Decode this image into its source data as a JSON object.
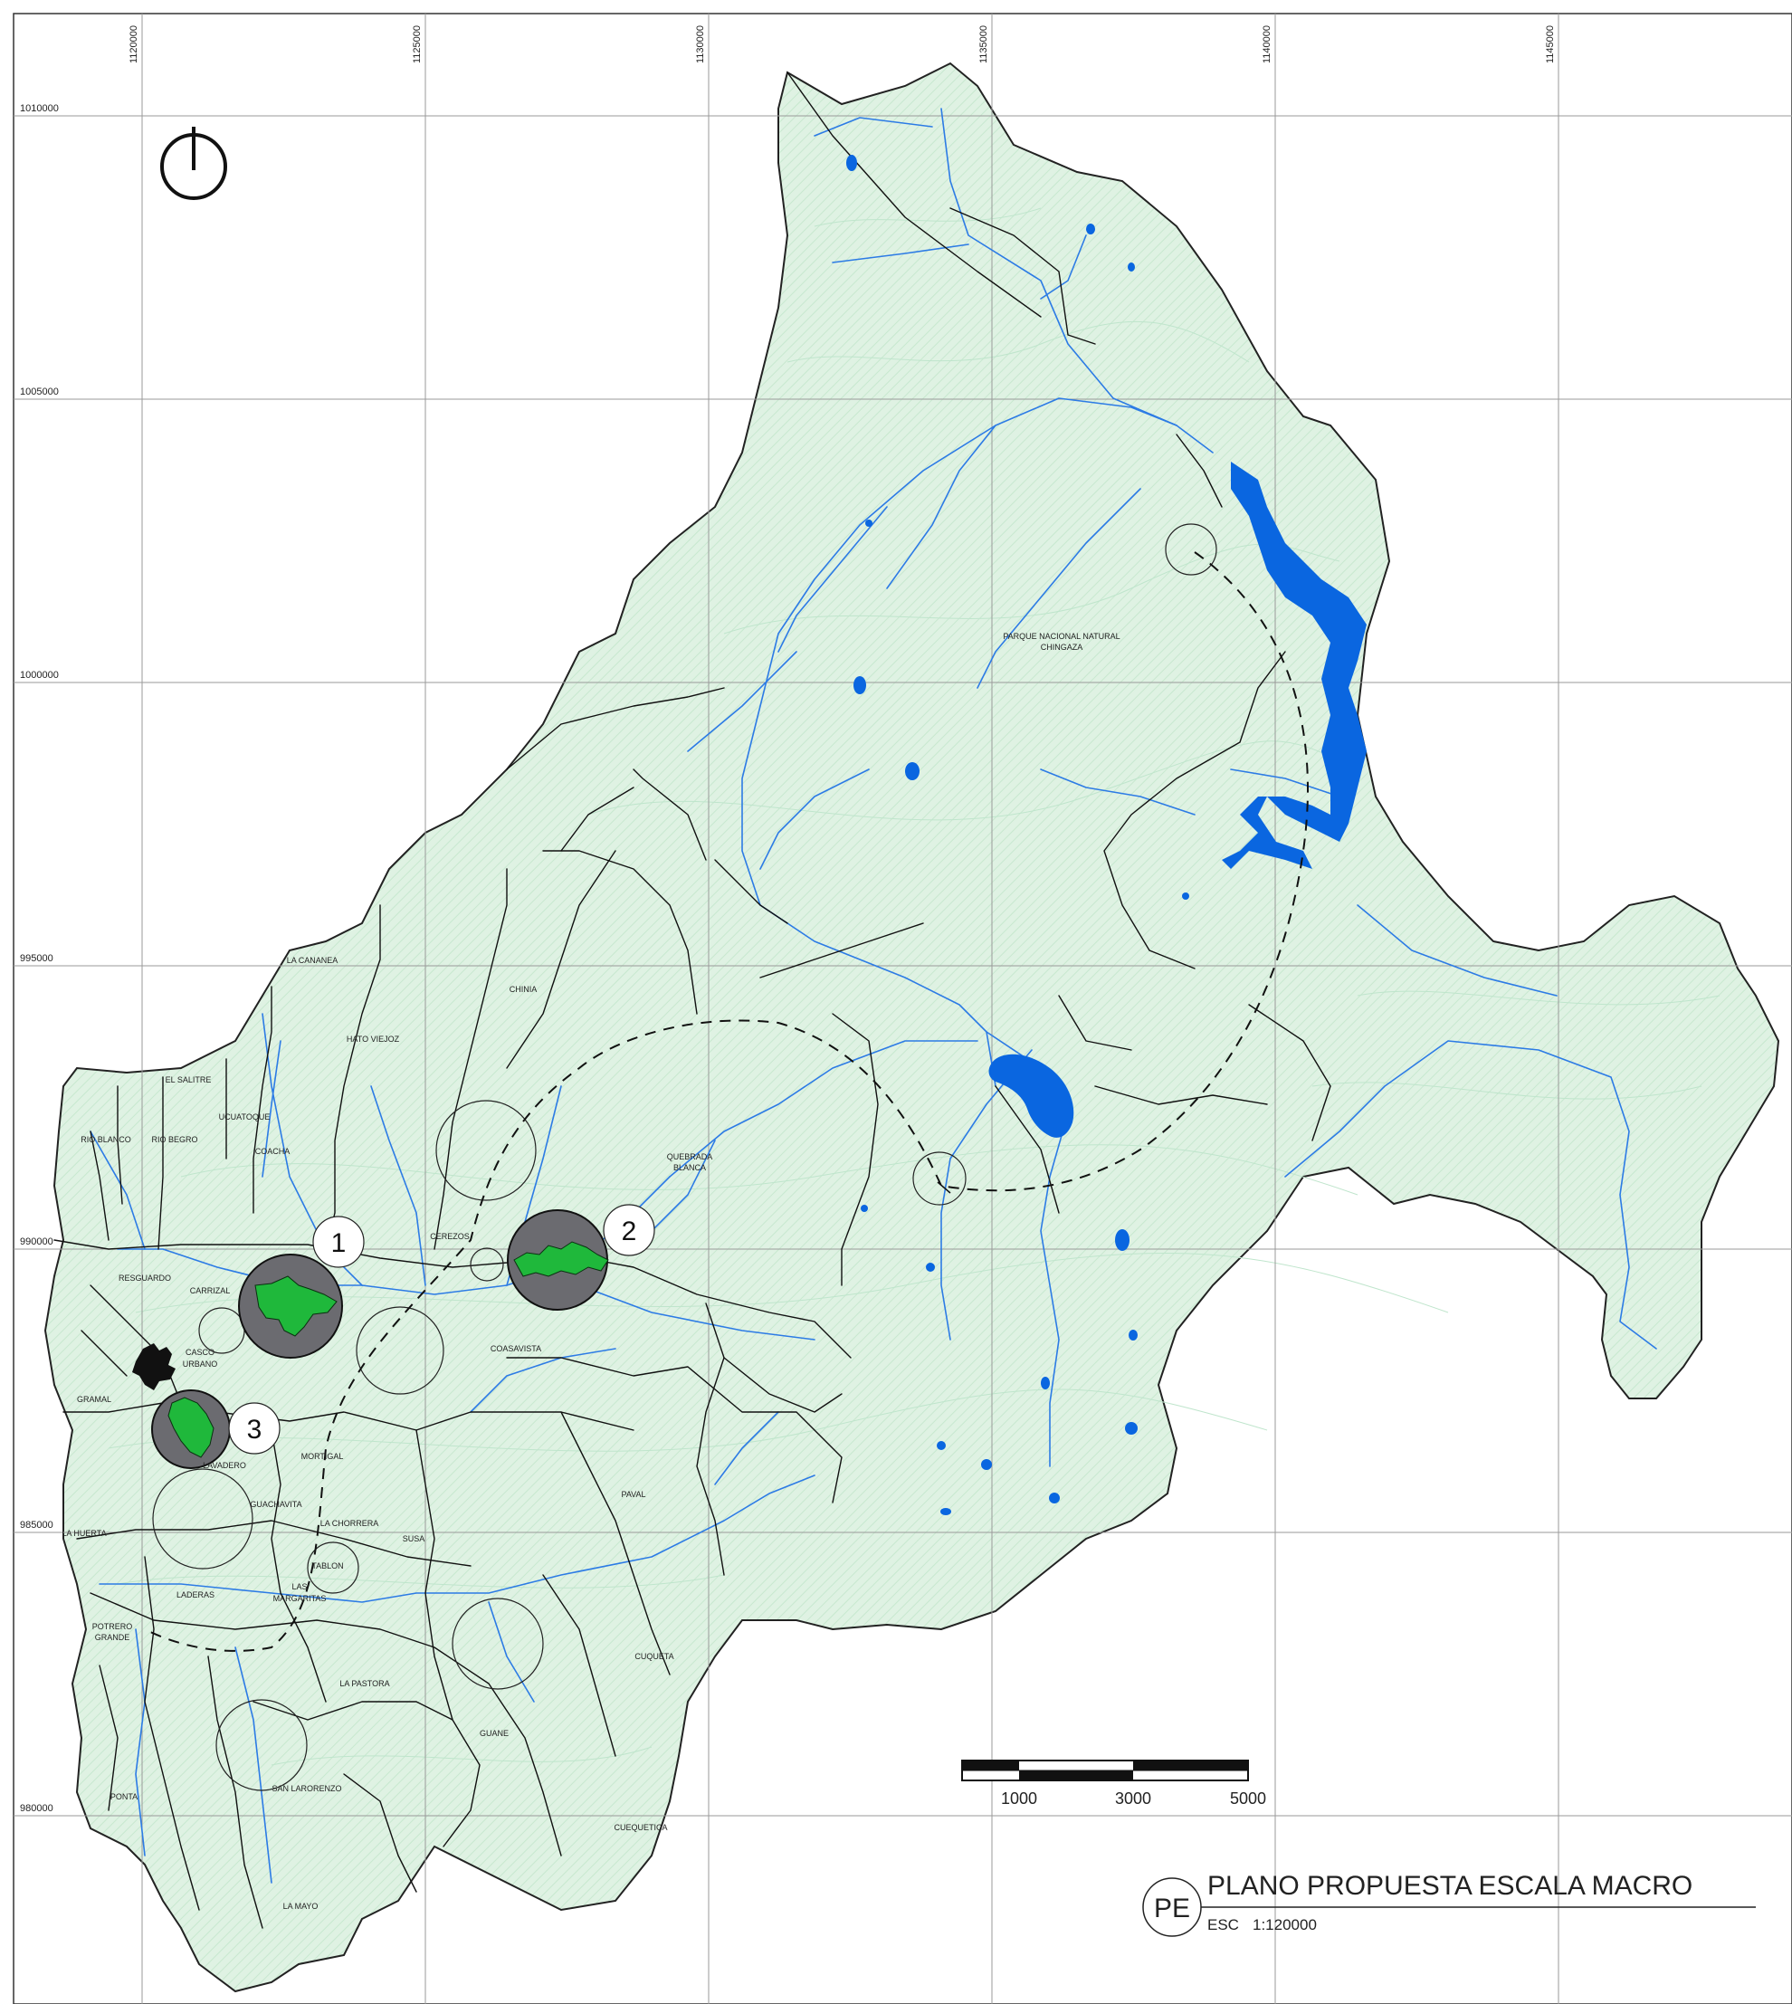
{
  "map": {
    "x_coordinates": [
      "1120000",
      "1125000",
      "1130000",
      "1135000",
      "1140000",
      "1145000"
    ],
    "y_coordinates": [
      "1010000",
      "1005000",
      "1000000",
      "995000",
      "990000",
      "985000",
      "980000"
    ],
    "place_names": {
      "parque": "PARQUE NACIONAL NATURAL",
      "chingaza": "CHINGAZA",
      "la_cananea": "LA CANANEA",
      "chinia": "CHINIA",
      "hato_viejo": "HATO VIEJOZ",
      "el_salitre": "EL SALITRE",
      "rio_blanco": "RIO BLANCO",
      "rio_begro": "RIO BEGRO",
      "ucuatoque": "UCUATOQUE",
      "coacha": "COACHA",
      "quebrada": "QUEBRADA",
      "blanca": "BLANCA",
      "cerezos": "CEREZOS",
      "resguardo": "RESGUARDO",
      "carrizal": "CARRIZAL",
      "casco": "CASCO",
      "urbano": "URBANO",
      "coasavista": "COASAVISTA",
      "gramal": "GRAMAL",
      "lavadero": "LAVADERO",
      "mortigal": "MORTIGAL",
      "guachavita": "GUACHAVITA",
      "la_chorrera": "LA CHORRERA",
      "paval": "PAVAL",
      "la_huerta": "LA HUERTA",
      "susa": "SUSA",
      "tablon": "TABLON",
      "las": "LAS",
      "margaritas": "MARGARITAS",
      "laderas": "LADERAS",
      "potrero": "POTRERO",
      "grande": "GRANDE",
      "la_pastora": "LA PASTORA",
      "cuqueta": "CUQUETA",
      "guane": "GUANE",
      "san_larorenzo": "SAN LARORENZO",
      "ponta": "PONTA",
      "cuequetica": "CUEQUETICA",
      "la_mayo": "LA MAYO"
    },
    "sites": [
      "1",
      "2",
      "3"
    ]
  },
  "scale_bar": {
    "labels": [
      "1000",
      "3000",
      "5000"
    ]
  },
  "title_block": {
    "badge": "PE",
    "title": "PLANO PROPUESTA ESCALA MACRO",
    "scale_label": "ESC",
    "scale_value": "1:120000"
  },
  "colors": {
    "land": "#dff2e3",
    "water": "#0a66e0",
    "river": "#2c7be5",
    "road": "#111111",
    "site": "#6b6b70",
    "vegetation": "#1fb83b"
  },
  "icons": {
    "north_arrow": "north-arrow-icon"
  }
}
